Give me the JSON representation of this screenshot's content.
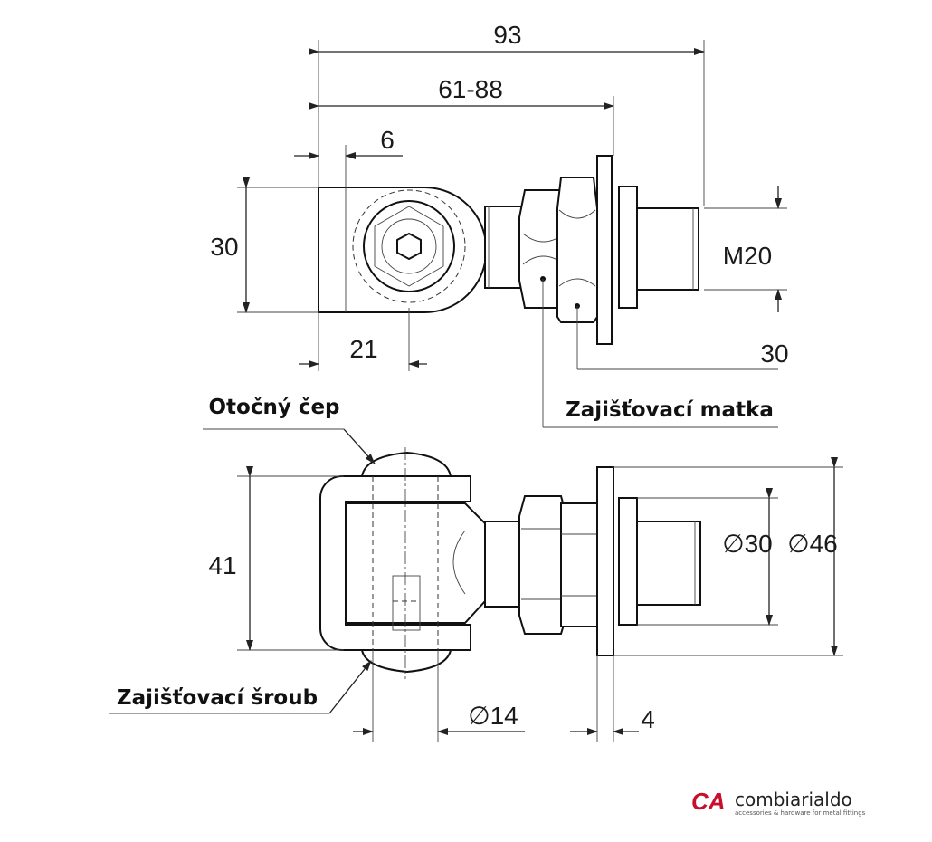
{
  "dimensions": {
    "overall_length": "93",
    "adjust_range": "61-88",
    "eye_offset": "6",
    "eye_height": "30",
    "eye_center": "21",
    "thread": "M20",
    "nut_size": "30",
    "fork_height": "41",
    "washer_small_diameter": "∅30",
    "washer_large_diameter": "∅46",
    "pin_diameter": "∅14",
    "washer_thickness": "4"
  },
  "labels": {
    "pivot_pin": "Otočný čep",
    "lock_nut": "Zajišťovací matka",
    "lock_screw": "Zajišťovací šroub"
  },
  "brand": {
    "logo": "CA",
    "name": "combiarialdo",
    "tagline": "accessories & hardware for metal fittings",
    "color": "#c8102e"
  }
}
